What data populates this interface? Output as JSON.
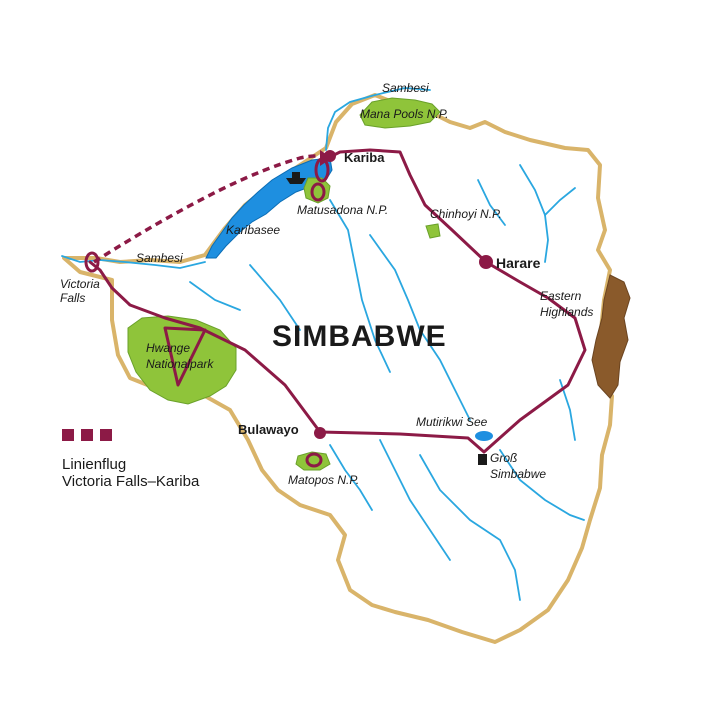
{
  "title": "SIMBABWE",
  "colors": {
    "border": "#d9b46a",
    "river": "#2aa7e0",
    "lake": "#1e8fe0",
    "park": "#8fc43a",
    "route": "#8c1a46",
    "highlands": "#8a5a2b"
  },
  "places": {
    "kariba": "Kariba",
    "harare": "Harare",
    "bulawayo": "Bulawayo",
    "victoria_falls_1": "Victoria",
    "victoria_falls_2": "Falls",
    "gross_simbabwe_1": "Groß",
    "gross_simbabwe_2": "Simbabwe"
  },
  "features": {
    "sambesi_north": "Sambesi",
    "sambesi_west": "Sambesi",
    "mana_pools": "Mana Pools N.P.",
    "matusadona": "Matusadona N.P.",
    "karibasee": "Karibasee",
    "chinhoyi": "Chinhoyi N.P.",
    "eastern_highlands_1": "Eastern",
    "eastern_highlands_2": "Highlands",
    "hwange_1": "Hwange",
    "hwange_2": "Nationalpark",
    "mutirikwi": "Mutirikwi See",
    "matopos": "Matopos N.P."
  },
  "legend": {
    "line1": "Linienflug",
    "line2": "Victoria Falls–Kariba"
  }
}
